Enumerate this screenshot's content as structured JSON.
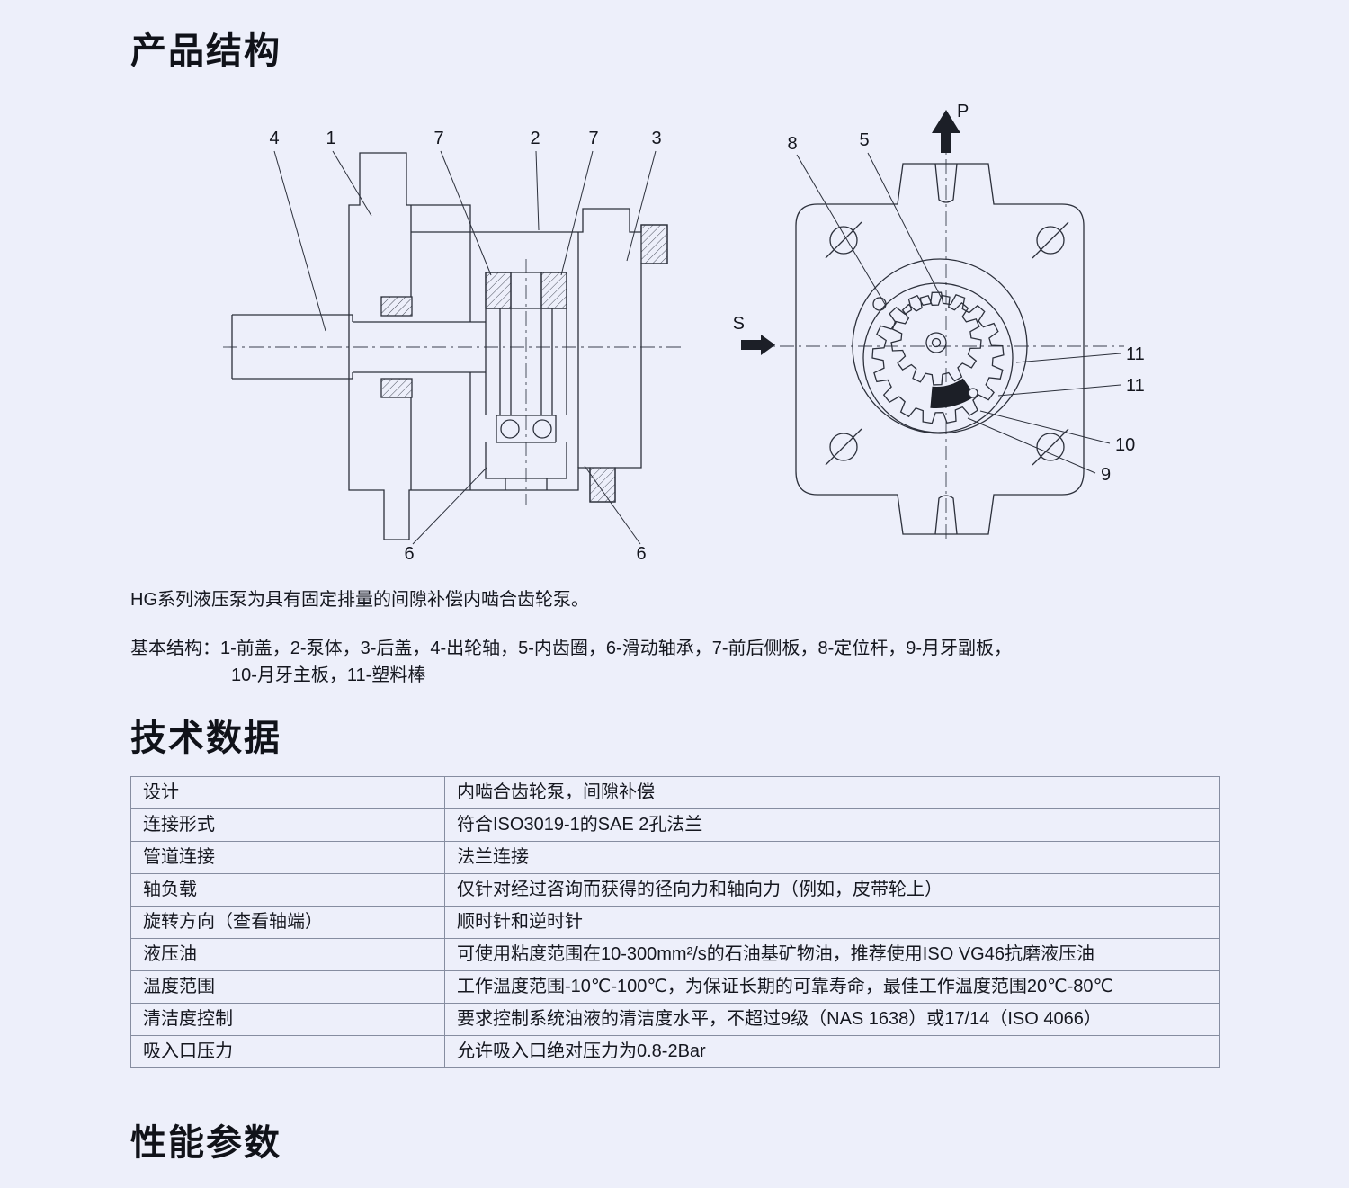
{
  "colors": {
    "background": "#edeffa",
    "line_art": "#2c303b",
    "text": "#15171f"
  },
  "page": {
    "structure_title": "产品结构",
    "tech_title": "技术数据",
    "perf_title": "性能参数",
    "intro": "HG系列液压泵为具有固定排量的间隙补偿内啮合齿轮泵。",
    "structure_line1": "基本结构：1-前盖，2-泵体，3-后盖，4-出轮轴，5-内齿圈，6-滑动轴承，7-前后侧板，8-定位杆，9-月牙副板，",
    "structure_line2": "10-月牙主板，11-塑料棒"
  },
  "diagram": {
    "section_view": {
      "callouts_top": [
        "4",
        "1",
        "7",
        "2",
        "7",
        "3"
      ],
      "callouts_bottom": [
        "6",
        "6"
      ]
    },
    "front_view": {
      "port_p": "P",
      "port_s": "S",
      "callouts": [
        "8",
        "5",
        "11",
        "11",
        "10",
        "9"
      ]
    }
  },
  "table": {
    "rows": [
      {
        "label": "设计",
        "value": "内啮合齿轮泵，间隙补偿"
      },
      {
        "label": "连接形式",
        "value": "符合ISO3019-1的SAE 2孔法兰"
      },
      {
        "label": "管道连接",
        "value": "法兰连接"
      },
      {
        "label": "轴负载",
        "value": "仅针对经过咨询而获得的径向力和轴向力（例如，皮带轮上）"
      },
      {
        "label": "旋转方向（查看轴端）",
        "value": "顺时针和逆时针"
      },
      {
        "label": "液压油",
        "value": "可使用粘度范围在10-300mm²/s的石油基矿物油，推荐使用ISO VG46抗磨液压油"
      },
      {
        "label": "温度范围",
        "value": "工作温度范围-10℃-100℃，为保证长期的可靠寿命，最佳工作温度范围20℃-80℃"
      },
      {
        "label": "清洁度控制",
        "value": "要求控制系统油液的清洁度水平，不超过9级（NAS 1638）或17/14（ISO 4066）"
      },
      {
        "label": "吸入口压力",
        "value": "允许吸入口绝对压力为0.8-2Bar"
      }
    ]
  }
}
